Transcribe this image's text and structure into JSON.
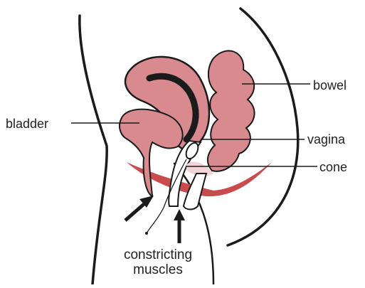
{
  "colors": {
    "organ_fill": "#d88a8f",
    "organ_dark": "#1b1b1b",
    "outline": "#1b1b1b",
    "muscle_band": "#c94b4e",
    "pale_shade": "#f2d4d6",
    "background": "#ffffff"
  },
  "labels": {
    "bowel": "bowel",
    "bladder": "bladder",
    "vagina": "vagina",
    "cone": "cone",
    "constricting_line1": "constricting",
    "constricting_line2": "muscles"
  }
}
